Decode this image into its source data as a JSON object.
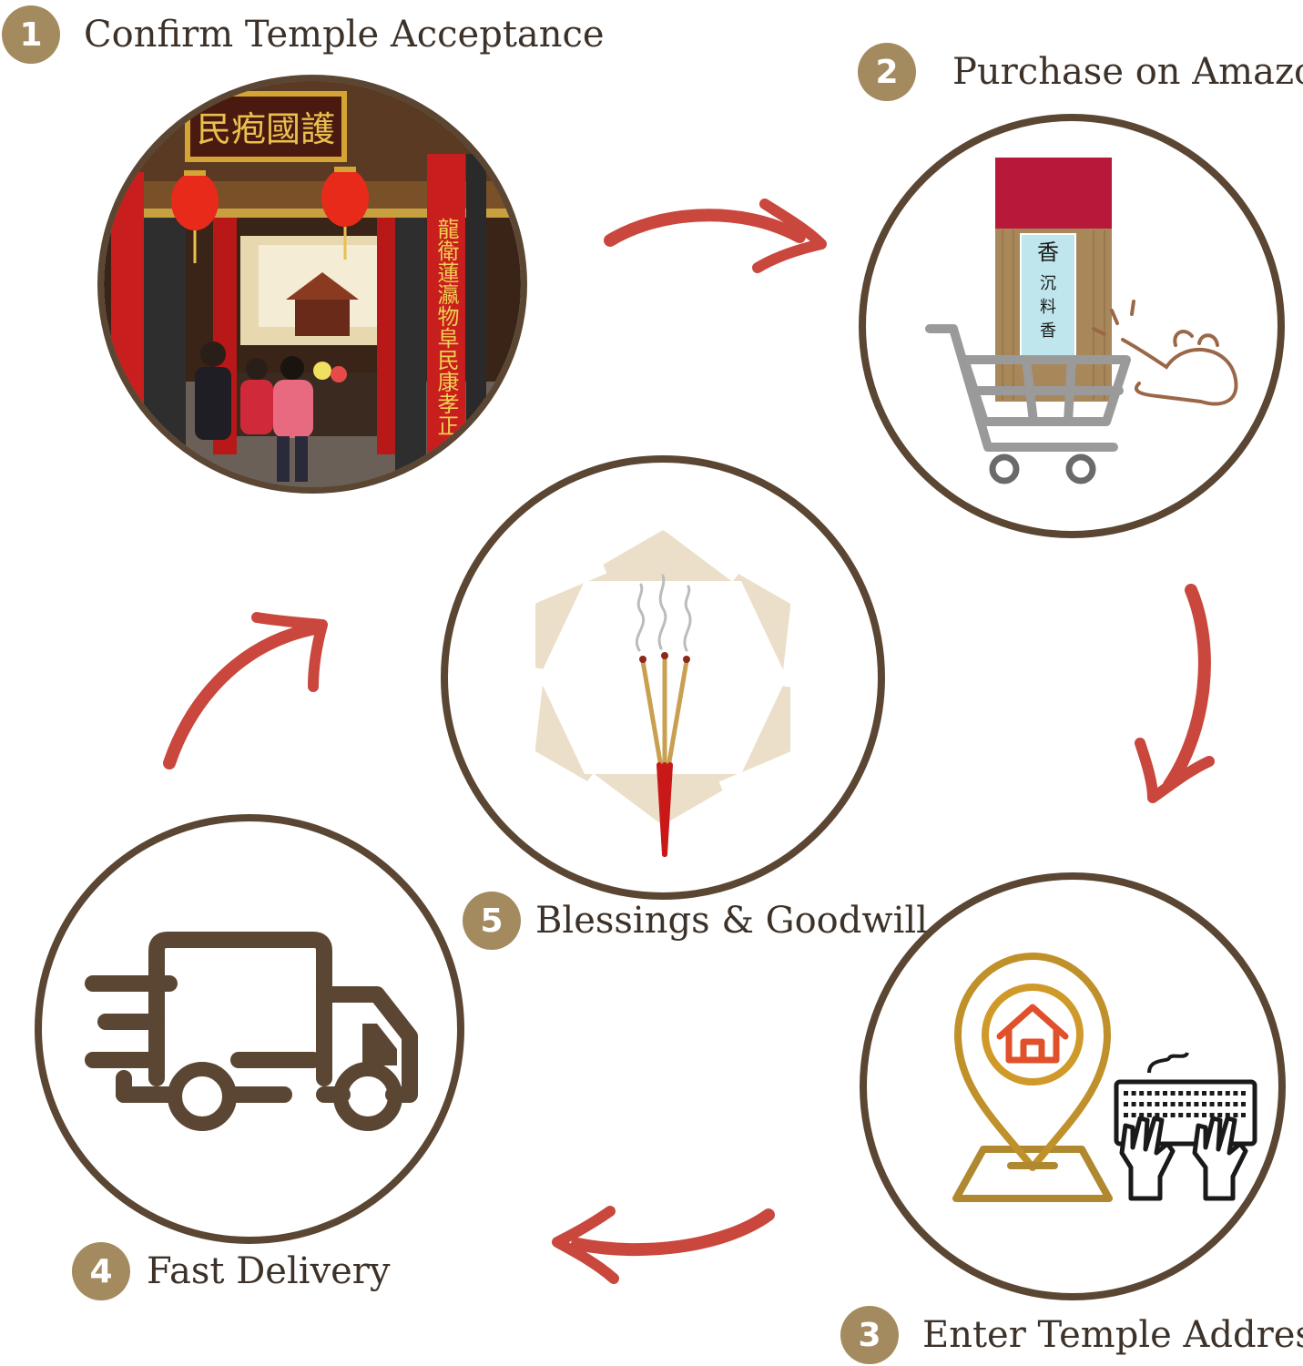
{
  "colors": {
    "ring": "#5a4632",
    "badge": "#a48a5f",
    "arrow": "#c9473d",
    "text": "#3d3229",
    "hexagon": "#ecdfca"
  },
  "steps": [
    {
      "number": "1",
      "label": "Confirm Temple Acceptance",
      "icon": "temple-photo"
    },
    {
      "number": "2",
      "label": "Purchase on Amazon",
      "icon": "shopping-cart-icon"
    },
    {
      "number": "3",
      "label": "Enter Temple Address",
      "icon": "location-pin-keyboard-icon"
    },
    {
      "number": "4",
      "label": "Fast Delivery",
      "icon": "delivery-truck-icon"
    },
    {
      "number": "5",
      "label": "Blessings & Goodwill",
      "icon": "incense-sticks-icon"
    }
  ],
  "temple_photo": {
    "plaque_text": "民疱國護",
    "couplet_text": "龍衛蓮瀛物阜民康孝正"
  },
  "incense_pack": {
    "label_chars": [
      "香",
      "沉",
      "料",
      "香"
    ]
  }
}
